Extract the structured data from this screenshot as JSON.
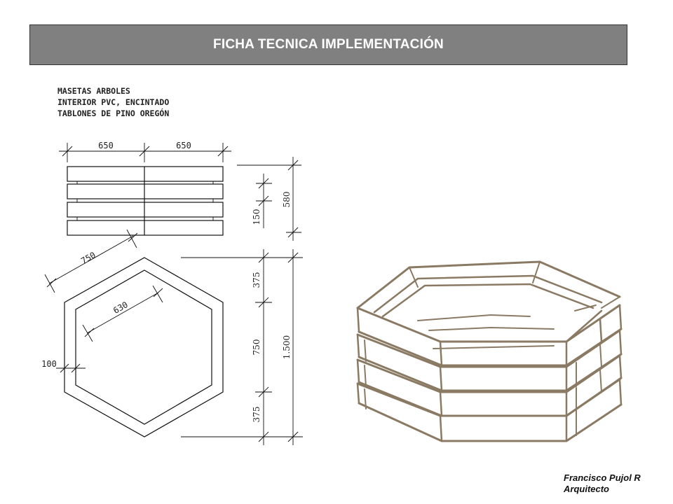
{
  "header": {
    "title": "FICHA TECNICA IMPLEMENTACIÓN"
  },
  "notes": [
    "MASETAS ARBOLES",
    "INTERIOR PVC, ENCINTADO",
    "TABLONES DE PINO OREGÓN"
  ],
  "dimensions": {
    "top_left": "650",
    "top_right": "650",
    "board": "150",
    "height": "580",
    "outer_side": "750",
    "inner_side": "630",
    "wall": "100",
    "seg_top": "375",
    "seg_mid": "750",
    "seg_bottom": "375",
    "total": "1.500"
  },
  "footer": {
    "name": "Francisco Pujol R",
    "role": "Arquitecto"
  }
}
